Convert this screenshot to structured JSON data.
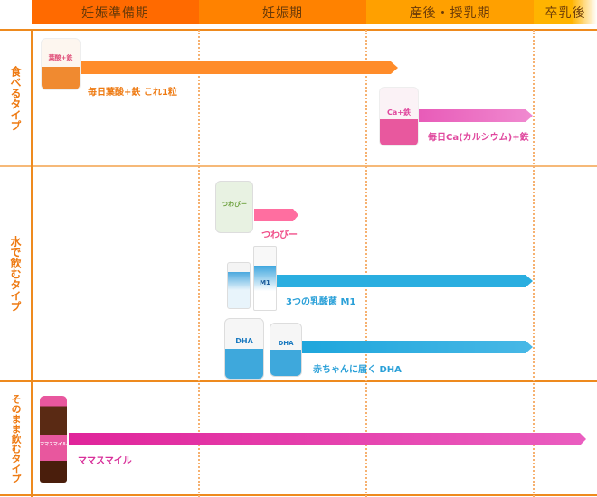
{
  "header": {
    "columns": [
      {
        "label": "妊娠準備期",
        "color": "#ff6a00"
      },
      {
        "label": "妊娠期",
        "color": "#ff8200"
      },
      {
        "label": "産後・授乳期",
        "color": "#ffa000"
      },
      {
        "label": "卒乳後",
        "color": "#ffb400"
      }
    ]
  },
  "categories": [
    {
      "label": "食べるタイプ",
      "chars": [
        "食",
        "べ",
        "る",
        "タ",
        "イ",
        "プ"
      ]
    },
    {
      "label": "水で飲むタイプ",
      "chars": [
        "水",
        "で",
        "飲",
        "む",
        "タ",
        "イ",
        "プ"
      ]
    },
    {
      "label": "そのまま飲むタイプ",
      "chars": [
        "そ",
        "の",
        "ま",
        "ま",
        "飲",
        "む",
        "タ",
        "イ",
        "プ"
      ]
    }
  ],
  "products": [
    {
      "name": "毎日葉酸+鉄 これ1粒",
      "package_text": "葉酸+鉄",
      "color": "#ff8c2a",
      "label_color": "#ee7a12",
      "icon": "pouch-orange"
    },
    {
      "name": "毎日Ca(カルシウム)+鉄",
      "package_text": "Ca+鉄",
      "color": "#e85bb8",
      "label_color": "#e0489e",
      "icon": "pouch-pink"
    },
    {
      "name": "つわびー",
      "package_text": "つわびー",
      "color": "#ff6ea0",
      "label_color": "#f0508a",
      "icon": "pouch-green"
    },
    {
      "name": "3つの乳酸菌 M1",
      "package_text": "M1",
      "color": "#2aaee0",
      "label_color": "#2aa0d8",
      "icon": "bottle-box-blue"
    },
    {
      "name": "赤ちゃんに届く DHA",
      "package_text": "DHA",
      "color": "#2aaee0",
      "label_color": "#2aa0d8",
      "icon": "pouch-blue"
    },
    {
      "name": "ママスマイル",
      "package_text": "ママスマイル",
      "color": "#e23aa8",
      "label_color": "#d8309a",
      "icon": "drink-bottle"
    }
  ]
}
